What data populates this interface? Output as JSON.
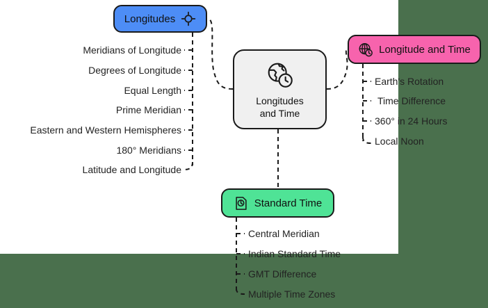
{
  "diagram": {
    "type": "mind-map",
    "background_color": "#4a704d",
    "page_color": "#ffffff",
    "root": {
      "label": "Longitudes\nand Time",
      "icon": "globe-clock-icon",
      "fill": "#f0f0f0"
    },
    "branches": [
      {
        "id": "longitudes",
        "label": "Longitudes",
        "icon": "crosshair-target-icon",
        "icon_side": "right",
        "fill": "#4d8df6",
        "children": [
          "Meridians of Longitude",
          "Degrees of Longitude",
          "Equal Length",
          "Prime Meridian",
          "Eastern and Western Hemispheres",
          "180° Meridians",
          "Latitude and Longitude"
        ]
      },
      {
        "id": "longitude-and-time",
        "label": "Longitude and Time",
        "icon": "globe-clock-icon",
        "icon_side": "left",
        "fill": "#f763ad",
        "children": [
          "Earth's Rotation",
          "Time Difference",
          "360° in 24 Hours",
          "Local Noon"
        ]
      },
      {
        "id": "standard-time",
        "label": "Standard Time",
        "icon": "document-clock-icon",
        "icon_side": "left",
        "fill": "#4fe396",
        "children": [
          "Central Meridian",
          "Indian Standard Time",
          "GMT Difference",
          "Multiple Time Zones"
        ]
      }
    ]
  }
}
